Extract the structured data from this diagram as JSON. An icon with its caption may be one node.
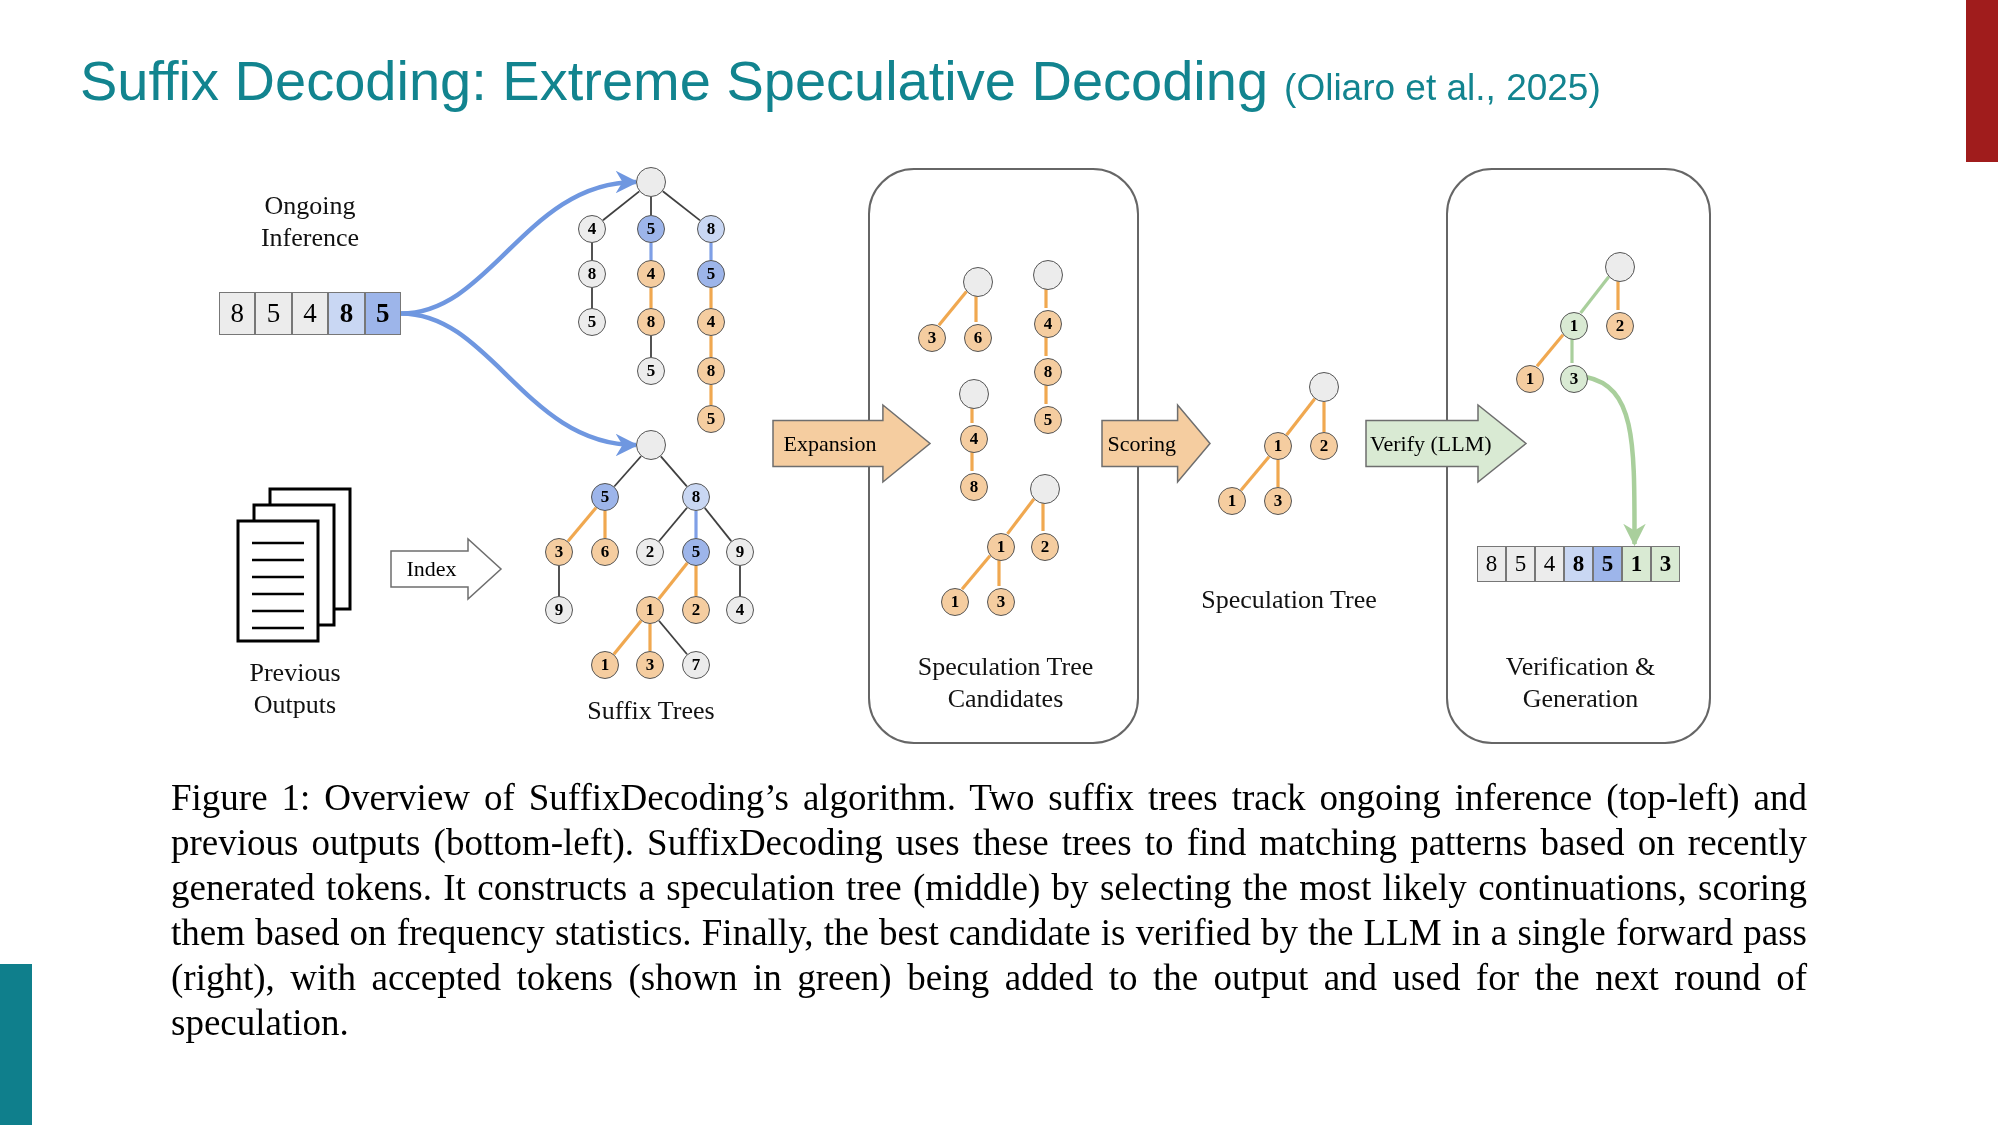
{
  "diagram": {
    "title": "Suffix Decoding: Extreme Speculative Decoding",
    "caption": "Figure 1: Overview of SuffixDecoding’s algorithm. Two suffix trees track ongoing inference (top-left) and previous outputs (bottom-left). SuffixDecoding uses these trees to find matching patterns based on recently generated tokens. It constructs a speculation tree (middle) by selecting the most likely continuations, scoring them based on frequency statistics. Finally, the best candidate is verified by the LLM in a single forward pass (right), with accepted tokens (shown in green) being added to the output and used for the next round of speculation.",
    "nodes": [
      {
        "text": [
          "8"
        ]
      },
      {
        "text": [
          "5"
        ]
      },
      {
        "text": [
          "4"
        ]
      },
      {
        "text": [
          "8"
        ]
      },
      {
        "text": [
          "5"
        ]
      },
      {
        "text": [
          "Previous Outputs"
        ]
      },
      {
        "text": [],
        "shape": "circle"
      },
      {
        "text": [
          "4"
        ]
      },
      {
        "text": [
          "8"
        ]
      },
      {
        "text": [
          "5"
        ]
      },
      {
        "text": [
          "5"
        ]
      },
      {
        "text": [
          "4"
        ]
      },
      {
        "text": [
          "8"
        ]
      },
      {
        "text": [
          "5"
        ]
      },
      {
        "text": [
          "8"
        ]
      },
      {
        "text": [
          "5"
        ]
      },
      {
        "text": [
          "4"
        ]
      },
      {
        "text": [
          "8"
        ]
      },
      {
        "text": [
          "5"
        ]
      },
      {
        "text": [],
        "shape": "circle"
      },
      {
        "text": [
          "5"
        ]
      },
      {
        "text": [
          "8"
        ]
      },
      {
        "text": [
          "3"
        ]
      },
      {
        "text": [
          "6"
        ]
      },
      {
        "text": [
          "2"
        ]
      },
      {
        "text": [
          "5"
        ]
      },
      {
        "text": [
          "9"
        ]
      },
      {
        "text": [
          "9"
        ]
      },
      {
        "text": [
          "1"
        ]
      },
      {
        "text": [
          "2"
        ]
      },
      {
        "text": [
          "4"
        ]
      },
      {
        "text": [
          "1"
        ]
      },
      {
        "text": [
          "3"
        ]
      },
      {
        "text": [
          "7"
        ]
      },
      {
        "text": [
          "Speculation Tree Candidates"
        ]
      },
      {
        "text": [],
        "shape": "circle",
        "in": 34
      },
      {
        "text": [
          "3"
        ],
        "in": 34
      },
      {
        "text": [
          "6"
        ],
        "in": 34
      },
      {
        "text": [],
        "shape": "circle",
        "in": 34
      },
      {
        "text": [
          "4"
        ],
        "in": 34
      },
      {
        "text": [
          "8"
        ],
        "in": 34
      },
      {
        "text": [
          "5"
        ],
        "in": 34
      },
      {
        "text": [],
        "shape": "circle",
        "in": 34
      },
      {
        "text": [
          "4"
        ],
        "in": 34
      },
      {
        "text": [
          "8"
        ],
        "in": 34
      },
      {
        "text": [],
        "shape": "circle",
        "in": 34
      },
      {
        "text": [
          "1"
        ],
        "in": 34
      },
      {
        "text": [
          "2"
        ],
        "in": 34
      },
      {
        "text": [
          "1"
        ],
        "in": 34
      },
      {
        "text": [
          "3"
        ],
        "in": 34
      },
      {
        "text": [],
        "shape": "circle"
      },
      {
        "text": [
          "1"
        ]
      },
      {
        "text": [
          "2"
        ]
      },
      {
        "text": [
          "1"
        ]
      },
      {
        "text": [
          "3"
        ]
      },
      {
        "text": [
          "Verification & Generation"
        ]
      },
      {
        "text": [],
        "shape": "circle",
        "in": 55
      },
      {
        "text": [
          "1"
        ],
        "in": 55
      },
      {
        "text": [
          "2"
        ],
        "in": 55
      },
      {
        "text": [
          "1"
        ],
        "in": 55
      },
      {
        "text": [
          "3"
        ],
        "in": 55
      },
      {
        "text": [
          "8"
        ],
        "in": 55
      },
      {
        "text": [
          "5"
        ],
        "in": 55
      },
      {
        "text": [
          "4"
        ],
        "in": 55
      },
      {
        "text": [
          "8"
        ],
        "in": 55
      },
      {
        "text": [
          "5"
        ],
        "in": 55
      },
      {
        "text": [
          "1"
        ],
        "in": 55
      },
      {
        "text": [
          "3"
        ],
        "in": 55
      }
    ],
    "edges": [
      {
        "from": 4,
        "to": 6,
        "arrow": "to",
        "color": "#6f97e0"
      },
      {
        "from": 4,
        "to": 19,
        "arrow": "to",
        "color": "#6f97e0"
      },
      {
        "from": 6,
        "to": 7,
        "arrow": "none",
        "color": "#404040"
      },
      {
        "from": 7,
        "to": 8,
        "arrow": "none",
        "color": "#404040"
      },
      {
        "from": 8,
        "to": 9,
        "arrow": "none",
        "color": "#404040"
      },
      {
        "from": 6,
        "to": 10,
        "arrow": "none",
        "color": "#404040"
      },
      {
        "from": 10,
        "to": 11,
        "arrow": "none",
        "color": "#7f9fe6"
      },
      {
        "from": 11,
        "to": 12,
        "arrow": "none"
      },
      {
        "from": 12,
        "to": 13,
        "arrow": "none",
        "color": "#404040"
      },
      {
        "from": 6,
        "to": 14,
        "arrow": "none",
        "color": "#404040"
      },
      {
        "from": 14,
        "to": 15,
        "arrow": "none",
        "color": "#7f9fe6"
      },
      {
        "from": 15,
        "to": 16,
        "arrow": "none"
      },
      {
        "from": 16,
        "to": 17,
        "arrow": "none"
      },
      {
        "from": 17,
        "to": 18,
        "arrow": "none"
      },
      {
        "from": 19,
        "to": 20,
        "arrow": "none",
        "color": "#404040"
      },
      {
        "from": 19,
        "to": 21,
        "arrow": "none",
        "color": "#404040"
      },
      {
        "from": 20,
        "to": 22,
        "arrow": "none"
      },
      {
        "from": 20,
        "to": 23,
        "arrow": "none"
      },
      {
        "from": 22,
        "to": 27,
        "arrow": "none",
        "color": "#404040"
      },
      {
        "from": 21,
        "to": 24,
        "arrow": "none",
        "color": "#404040"
      },
      {
        "from": 21,
        "to": 25,
        "arrow": "none",
        "color": "#7f9fe6"
      },
      {
        "from": 21,
        "to": 26,
        "arrow": "none",
        "color": "#404040"
      },
      {
        "from": 25,
        "to": 28,
        "arrow": "none"
      },
      {
        "from": 25,
        "to": 29,
        "arrow": "none"
      },
      {
        "from": 26,
        "to": 30,
        "arrow": "none",
        "color": "#404040"
      },
      {
        "from": 28,
        "to": 31,
        "arrow": "none"
      },
      {
        "from": 28,
        "to": 32,
        "arrow": "none"
      },
      {
        "from": 28,
        "to": 33,
        "arrow": "none",
        "color": "#404040"
      },
      {
        "from": 35,
        "to": 36,
        "arrow": "none"
      },
      {
        "from": 35,
        "to": 37,
        "arrow": "none"
      },
      {
        "from": 38,
        "to": 39,
        "arrow": "none"
      },
      {
        "from": 39,
        "to": 40,
        "arrow": "none"
      },
      {
        "from": 40,
        "to": 41,
        "arrow": "none"
      },
      {
        "from": 42,
        "to": 43,
        "arrow": "none"
      },
      {
        "from": 43,
        "to": 44,
        "arrow": "none"
      },
      {
        "from": 45,
        "to": 46,
        "arrow": "none"
      },
      {
        "from": 45,
        "to": 47,
        "arrow": "none"
      },
      {
        "from": 46,
        "to": 48,
        "arrow": "none"
      },
      {
        "from": 46,
        "to": 49,
        "arrow": "none"
      },
      {
        "from": 50,
        "to": 51,
        "arrow": "none"
      },
      {
        "from": 50,
        "to": 52,
        "arrow": "none"
      },
      {
        "from": 51,
        "to": 53,
        "arrow": "none"
      },
      {
        "from": 51,
        "to": 54,
        "arrow": "none"
      },
      {
        "from": 56,
        "to": 57,
        "arrow": "none",
        "color": "#a9cf9c"
      },
      {
        "from": 56,
        "to": 58,
        "arrow": "none"
      },
      {
        "from": 57,
        "to": 59,
        "arrow": "none"
      },
      {
        "from": 57,
        "to": 60,
        "arrow": "none",
        "color": "#a9cf9c"
      },
      {
        "from": 60,
        "to": 66,
        "arrow": "to",
        "color": "#a9cf9c"
      },
      {
        "from": 5,
        "to": 22,
        "arrow": "to",
        "label": "Index",
        "color": "#ffffff"
      },
      {
        "from": 18,
        "to": 34,
        "arrow": "to",
        "label": "Expansion"
      },
      {
        "from": 34,
        "to": 51,
        "arrow": "to",
        "label": "Scoring"
      },
      {
        "from": 52,
        "to": 55,
        "arrow": "to",
        "label": "Verify (LLM)",
        "color": "#d9ead3"
      }
    ],
    "labels": [
      "(Oliaro et al., 2025)",
      "Ongoing Inference",
      "Suffix Trees",
      "Speculation Tree"
    ]
  }
}
